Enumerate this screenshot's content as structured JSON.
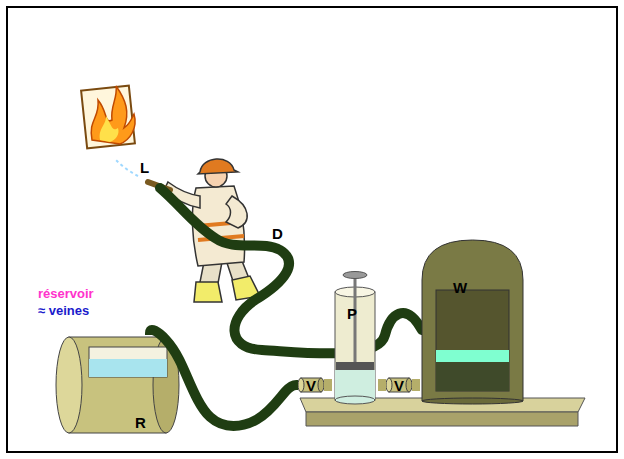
{
  "diagram": {
    "nodes": [
      {
        "text": [
          "R"
        ]
      },
      {
        "text": [
          "V"
        ]
      },
      {
        "text": [
          "P"
        ]
      },
      {
        "text": [
          "V"
        ]
      },
      {
        "text": [
          "W"
        ]
      }
    ],
    "edges": [
      {
        "from": 0,
        "to": 1,
        "arrow": "none"
      },
      {
        "from": 1,
        "to": 2,
        "arrow": "none"
      },
      {
        "from": 2,
        "to": 3,
        "arrow": "none"
      },
      {
        "from": 3,
        "to": 4,
        "arrow": "none"
      }
    ],
    "labels": [
      "L",
      "D",
      "réservoir",
      "≈ veines"
    ]
  }
}
